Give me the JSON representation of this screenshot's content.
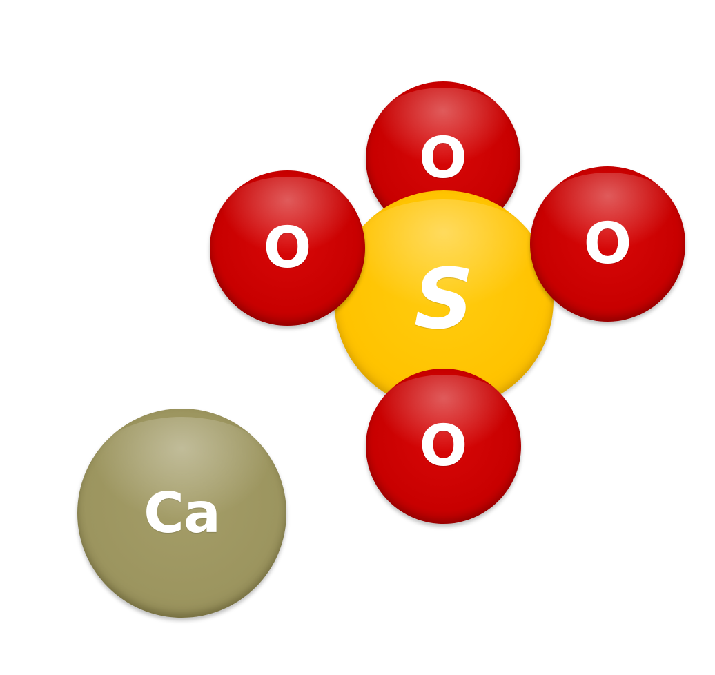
{
  "diagram": {
    "atoms": {
      "oxygen_top": {
        "symbol": "O",
        "color": "#c80000"
      },
      "oxygen_left": {
        "symbol": "O",
        "color": "#c80000"
      },
      "oxygen_right": {
        "symbol": "O",
        "color": "#c80000"
      },
      "oxygen_bottom": {
        "symbol": "O",
        "color": "#c80000"
      },
      "sulfur": {
        "symbol": "S",
        "color": "#ffc300"
      },
      "calcium": {
        "symbol": "Ca",
        "color": "#9c955f"
      }
    },
    "label_color": "#ffffff",
    "background": "#ffffff"
  }
}
